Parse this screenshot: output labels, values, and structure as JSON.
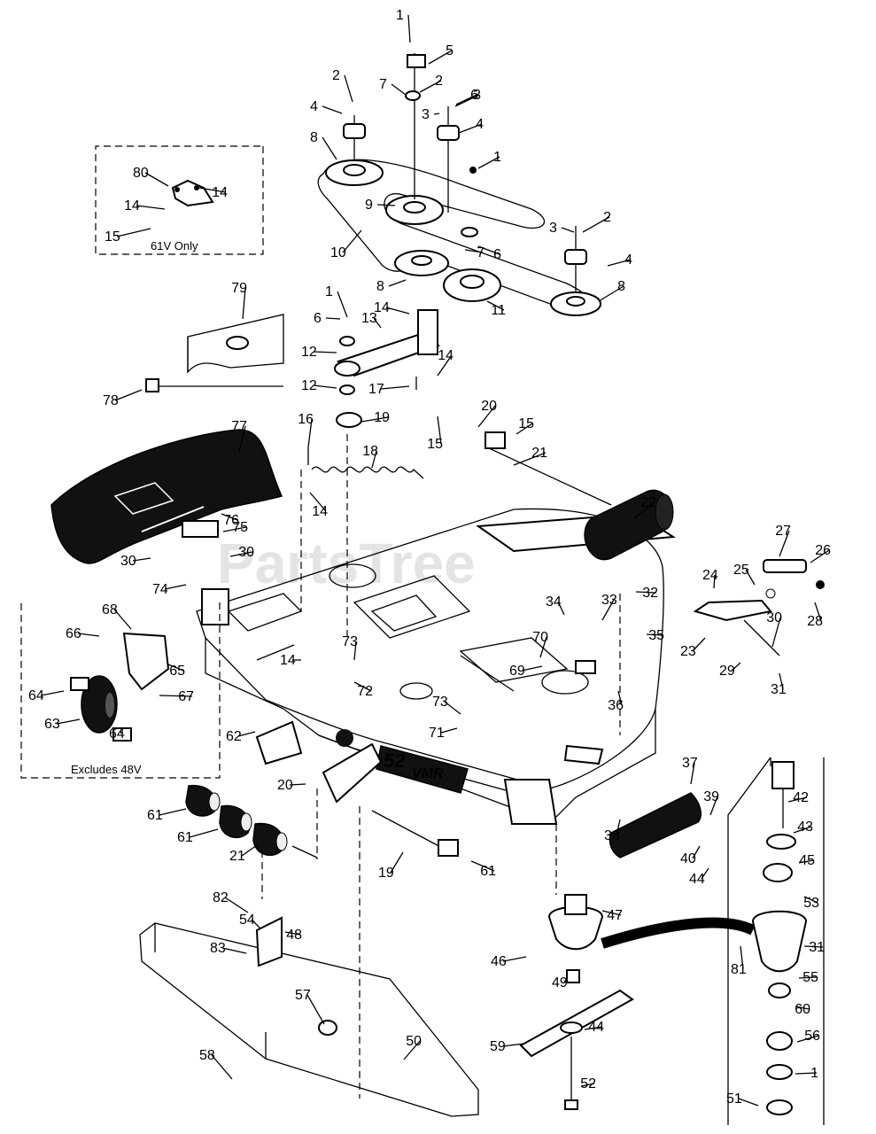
{
  "watermark": "PartsTree",
  "inset_captions": {
    "only_61v": "61V Only",
    "excludes_48v": "Excludes 48V"
  },
  "deck_markings": {
    "model": "52",
    "brand": "VMR"
  },
  "callouts": [
    "1",
    "5",
    "2",
    "7",
    "6",
    "2",
    "3",
    "4",
    "3",
    "4",
    "8",
    "1",
    "9",
    "2",
    "10",
    "7",
    "6",
    "3",
    "4",
    "8",
    "8",
    "11",
    "80",
    "14",
    "14",
    "15",
    "79",
    "1",
    "14",
    "6",
    "13",
    "12",
    "12",
    "17",
    "14",
    "78",
    "15",
    "16",
    "19",
    "20",
    "15",
    "21",
    "18",
    "77",
    "76",
    "14",
    "75",
    "30",
    "30",
    "22",
    "27",
    "26",
    "74",
    "25",
    "24",
    "28",
    "32",
    "34",
    "33",
    "68",
    "30",
    "35",
    "23",
    "66",
    "73",
    "70",
    "29",
    "69",
    "72",
    "14",
    "65",
    "67",
    "64",
    "73",
    "36",
    "31",
    "63",
    "71",
    "64",
    "62",
    "37",
    "42",
    "39",
    "20",
    "38",
    "61",
    "40",
    "43",
    "61",
    "44",
    "45",
    "21",
    "19",
    "61",
    "53",
    "47",
    "31",
    "82",
    "54",
    "46",
    "81",
    "83",
    "48",
    "55",
    "49",
    "60",
    "57",
    "44",
    "56",
    "59",
    "50",
    "1",
    "58",
    "52",
    "51"
  ]
}
